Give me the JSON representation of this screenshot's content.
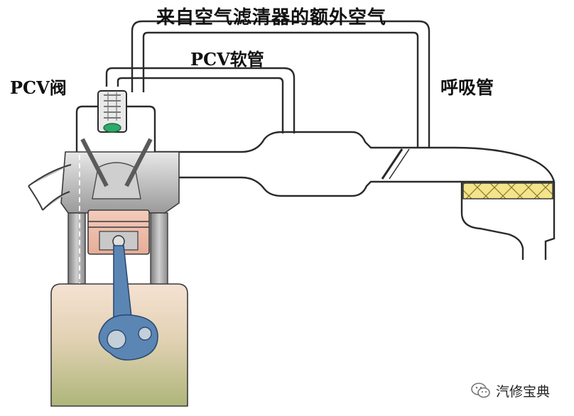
{
  "labels": {
    "extra_air": "来自空气滤清器的额外空气",
    "pcv_hose": "PCV软管",
    "pcv_valve": "PCV阀",
    "breather_pipe": "呼吸管"
  },
  "watermark": {
    "text": "汽修宝典",
    "icon": "wechat-icon"
  },
  "colors": {
    "line": "#2a2a2a",
    "valve_seat": "#2fa86a",
    "piston_top": "#f2c4b4",
    "conrod": "#5b86b4",
    "crankcase_top": "#f3dccb",
    "crankcase_bottom": "#b9bd86",
    "filter": "#f4e48a"
  }
}
